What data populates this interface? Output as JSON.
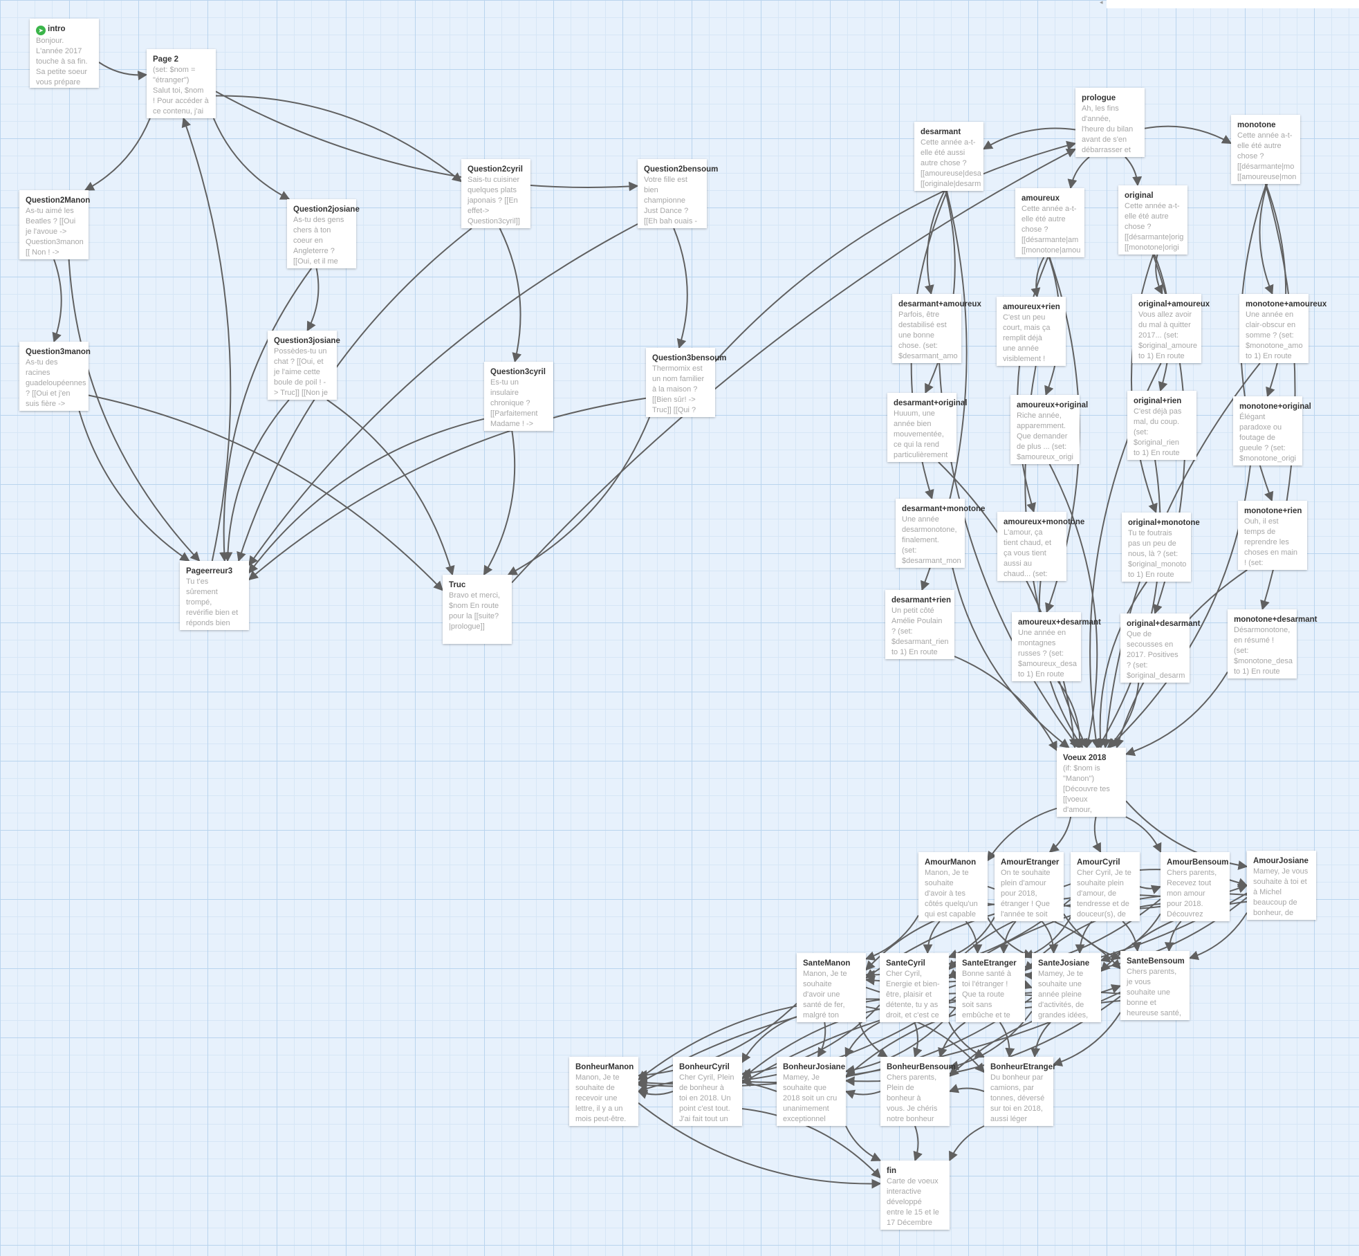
{
  "passages": [
    {
      "id": "intro",
      "title": "intro",
      "start": true,
      "excerpt": "Bonjour.\nL'année 2017\ntouche à sa fin.\nSa petite soeur\nvous prépare"
    },
    {
      "id": "page2",
      "title": "Page 2",
      "excerpt": "(set: $nom =\n\"étranger\")\nSalut toi, $nom\n! Pour accéder à\nce contenu, j'ai"
    },
    {
      "id": "q2manon",
      "title": "Question2Manon",
      "excerpt": "As-tu aimé les\nBeatles ? [[Oui\nje l'avoue ->\nQuestion3manon\n[[ Non ! ->"
    },
    {
      "id": "q2josiane",
      "title": "Question2josiane",
      "excerpt": "As-tu des gens\nchers à ton\ncoeur en\nAngleterre ?\n[[Oui, et il me"
    },
    {
      "id": "q2cyril",
      "title": "Question2cyril",
      "excerpt": "Sais-tu cuisiner\nquelques plats\njaponais ? [[En\neffet->\nQuestion3cyril]]"
    },
    {
      "id": "q2bensoum",
      "title": "Question2bensoum",
      "excerpt": "Votre fille est\nbien\nchampionne\nJust Dance ?\n[[Eh bah ouais -"
    },
    {
      "id": "q3manon",
      "title": "Question3manon",
      "excerpt": "As-tu des\nracines\nguadeloupéennes\n? [[Oui et j'en\nsuis fière ->"
    },
    {
      "id": "q3josiane",
      "title": "Question3josiane",
      "excerpt": "Possèdes-tu un\nchat ? [[Oui, et\nje l'aime cette\nboule de poil ! -\n> Truc]] [[Non je"
    },
    {
      "id": "q3cyril",
      "title": "Question3cyril",
      "excerpt": "Es-tu un\ninsulaire\nchronique ?\n[[Parfaitement\nMadame ! ->"
    },
    {
      "id": "q3bensoum",
      "title": "Question3bensoum",
      "excerpt": "Thermomix est\nun nom familier\nà la maison ?\n[[Bien sûr! ->\nTruc]] [[Qui ?"
    },
    {
      "id": "pageerreur3",
      "title": "Pageerreur3",
      "excerpt": "Tu t'es\nsûrement\ntrompé,\nrevérifie bien et\nréponds bien"
    },
    {
      "id": "truc",
      "title": "Truc",
      "excerpt": "Bravo et merci,\n$nom En route\npour la [[suite?\n|prologue]]"
    },
    {
      "id": "prologue",
      "title": "prologue",
      "excerpt": "Ah, les fins\nd'année,\nl'heure du bilan\navant de s'en\ndébarrasser et"
    },
    {
      "id": "desarmant",
      "title": "desarmant",
      "excerpt": "Cette année a-t-\nelle été aussi\nautre chose ?\n[[amoureuse|desa\n[[originale|desarm"
    },
    {
      "id": "monotone",
      "title": "monotone",
      "excerpt": "Cette année a-t-\nelle été autre\nchose ?\n[[désarmante|mo\n[[amoureuse|mon"
    },
    {
      "id": "amoureux",
      "title": "amoureux",
      "excerpt": "Cette année a-t-\nelle été autre\nchose ?\n[[désarmante|am\n[[monotone|amou"
    },
    {
      "id": "original",
      "title": "original",
      "excerpt": "Cette année a-t-\nelle été autre\nchose ?\n[[désarmante|orig\n[[monotone|origi"
    },
    {
      "id": "des_amo",
      "title": "desarmant+amoureux",
      "excerpt": "Parfois, être\ndestabilisé est\nune bonne\nchose. (set:\n$desarmant_amo"
    },
    {
      "id": "amo_rien",
      "title": "amoureux+rien",
      "excerpt": "C'est un peu\ncourt, mais ça\nremplit déjà\nune année\nvisiblement !"
    },
    {
      "id": "ori_amo",
      "title": "original+amoureux",
      "excerpt": "Vous allez avoir\ndu mal à quitter\n2017... (set:\n$original_amoure\nto 1) En route"
    },
    {
      "id": "mono_amo",
      "title": "monotone+amoureux",
      "excerpt": "Une année en\nclair-obscur en\nsomme ? (set:\n$monotone_amo\nto 1) En route"
    },
    {
      "id": "des_ori",
      "title": "desarmant+original",
      "excerpt": "Huuum, une\nannée bien\nmouvementée,\nce qui la rend\nparticulièrement"
    },
    {
      "id": "amo_ori",
      "title": "amoureux+original",
      "excerpt": "Riche année,\napparemment.\nQue demander\nde plus ... (set:\n$amoureux_origi"
    },
    {
      "id": "ori_rien",
      "title": "original+rien",
      "excerpt": "C'est déjà pas\nmal, du coup.\n(set:\n$original_rien\nto 1) En route"
    },
    {
      "id": "mono_ori",
      "title": "monotone+original",
      "excerpt": "Élégant\nparadoxe ou\nfoutage de\ngueule ? (set:\n$monotone_origi"
    },
    {
      "id": "des_mono",
      "title": "desarmant+monotone",
      "excerpt": "Une année\ndesarmonotone,\nfinalement.\n(set:\n$desarmant_mon"
    },
    {
      "id": "amo_mono",
      "title": "amoureux+monotone",
      "excerpt": "L'amour, ça\ntient chaud, et\nça vous tient\naussi au\nchaud... (set:"
    },
    {
      "id": "ori_mono",
      "title": "original+monotone",
      "excerpt": "Tu te foutrais\npas un peu de\nnous, là ? (set:\n$original_monoto\nto 1) En route"
    },
    {
      "id": "mono_rien",
      "title": "monotone+rien",
      "excerpt": "Ouh, il est\ntemps de\nreprendre les\nchoses en main\n! (set:"
    },
    {
      "id": "des_rien",
      "title": "desarmant+rien",
      "excerpt": "Un petit côté\nAmélie Poulain\n? (set:\n$desarmant_rien\nto 1) En route"
    },
    {
      "id": "amo_des",
      "title": "amoureux+desarmant",
      "excerpt": "Une année en\nmontagnes\nrusses ? (set:\n$amoureux_desa\nto 1) En route"
    },
    {
      "id": "ori_des",
      "title": "original+desarmant",
      "excerpt": "Que de\nsecousses en\n2017. Positives\n? (set:\n$original_desarm"
    },
    {
      "id": "mono_des",
      "title": "monotone+desarmant",
      "excerpt": "Désarmonotone,\nen résumé !\n(set:\n$monotone_desa\nto 1) En route"
    },
    {
      "id": "voeux",
      "title": "Voeux 2018",
      "excerpt": "(if: $nom is\n\"Manon\")\n[Découvre tes\n[[voeux\nd'amour,"
    },
    {
      "id": "amourmanon",
      "title": "AmourManon",
      "excerpt": "Manon, Je te\nsouhaite\nd'avoir à tes\ncôtés quelqu'un\nqui est capable"
    },
    {
      "id": "amouretranger",
      "title": "AmourEtranger",
      "excerpt": "On te souhaite\nplein d'amour\npour 2018,\nétranger ! Que\nl'année te soit"
    },
    {
      "id": "amourcyril",
      "title": "AmourCyril",
      "excerpt": "Cher Cyril, Je te\nsouhaite plein\nd'amour, de\ntendresse et de\ndouceur(s), de"
    },
    {
      "id": "amourbensoum",
      "title": "AmourBensoum",
      "excerpt": "Chers parents,\nRecevez tout\nmon amour\npour 2018.\nDécouvrez"
    },
    {
      "id": "amourjosiane",
      "title": "AmourJosiane",
      "excerpt": "Mamey, Je vous\nsouhaite à toi et\nà Michel\nbeaucoup de\nbonheur, de"
    },
    {
      "id": "santemanon",
      "title": "SanteManon",
      "excerpt": "Manon, Je te\nsouhaite\nd'avoir une\nsanté de fer,\nmalgré ton"
    },
    {
      "id": "santecyril",
      "title": "SanteCyril",
      "excerpt": "Cher Cyril,\nEnergie et bien-\nêtre, plaisir et\ndétente, tu y as\ndroit, et c'est ce"
    },
    {
      "id": "santeetranger",
      "title": "SanteEtranger",
      "excerpt": "Bonne santé à\ntoi l'étranger !\nQue ta route\nsoit sans\nembûche et te"
    },
    {
      "id": "santejosiane",
      "title": "SanteJosiane",
      "excerpt": "Mamey, Je te\nsouhaite une\nannée pleine\nd'activités, de\ngrandes idées,"
    },
    {
      "id": "santebensoum",
      "title": "SanteBensoum",
      "excerpt": "Chers parents,\nje vous\nsouhaite une\nbonne et\nheureuse santé,"
    },
    {
      "id": "bonheurmanon",
      "title": "BonheurManon",
      "excerpt": "Manon, Je te\nsouhaite de\nrecevoir une\nlettre, il y a un\nmois peut-être."
    },
    {
      "id": "bonheurcyril",
      "title": "BonheurCyril",
      "excerpt": "Cher Cyril, Plein\nde bonheur à\ntoi en 2018. Un\npoint c'est tout.\nJ'ai fait tout un"
    },
    {
      "id": "bonheurjosiane",
      "title": "BonheurJosiane",
      "excerpt": "Mamey, Je\nsouhaite que\n2018 soit un cru\nunanimement\nexceptionnel"
    },
    {
      "id": "bonheurbensoum",
      "title": "BonheurBensoum",
      "excerpt": "Chers parents,\nPlein de\nbonheur à\nvous. Je chéris\nnotre bonheur"
    },
    {
      "id": "bonheuretranger",
      "title": "BonheurEtranger",
      "excerpt": "Du bonheur par\ncamions, par\ntonnes, déversé\nsur toi en 2018,\naussi léger"
    },
    {
      "id": "fin",
      "title": "fin",
      "excerpt": "Carte de voeux\ninteractive\ndéveloppé\nentre le 15 et le\n17 Décembre"
    }
  ],
  "links": [
    [
      "intro",
      "page2"
    ],
    [
      "page2",
      "q2manon"
    ],
    [
      "page2",
      "q2josiane"
    ],
    [
      "page2",
      "q2cyril"
    ],
    [
      "page2",
      "q2bensoum"
    ],
    [
      "q2manon",
      "q3manon"
    ],
    [
      "q2manon",
      "pageerreur3"
    ],
    [
      "q2josiane",
      "q3josiane"
    ],
    [
      "q2josiane",
      "pageerreur3"
    ],
    [
      "q2cyril",
      "q3cyril"
    ],
    [
      "q2cyril",
      "pageerreur3"
    ],
    [
      "q2bensoum",
      "q3bensoum"
    ],
    [
      "q2bensoum",
      "pageerreur3"
    ],
    [
      "q3manon",
      "truc"
    ],
    [
      "q3manon",
      "pageerreur3"
    ],
    [
      "q3josiane",
      "truc"
    ],
    [
      "q3josiane",
      "pageerreur3"
    ],
    [
      "q3cyril",
      "truc"
    ],
    [
      "q3cyril",
      "pageerreur3"
    ],
    [
      "q3bensoum",
      "truc"
    ],
    [
      "q3bensoum",
      "pageerreur3"
    ],
    [
      "q3bensoum",
      "prologue"
    ],
    [
      "pageerreur3",
      "page2"
    ],
    [
      "truc",
      "prologue"
    ],
    [
      "prologue",
      "desarmant"
    ],
    [
      "prologue",
      "monotone"
    ],
    [
      "prologue",
      "amoureux"
    ],
    [
      "prologue",
      "original"
    ],
    [
      "desarmant",
      "des_amo"
    ],
    [
      "desarmant",
      "des_ori"
    ],
    [
      "desarmant",
      "des_mono"
    ],
    [
      "desarmant",
      "des_rien"
    ],
    [
      "amoureux",
      "amo_rien"
    ],
    [
      "amoureux",
      "amo_ori"
    ],
    [
      "amoureux",
      "amo_mono"
    ],
    [
      "amoureux",
      "amo_des"
    ],
    [
      "original",
      "ori_amo"
    ],
    [
      "original",
      "ori_rien"
    ],
    [
      "original",
      "ori_mono"
    ],
    [
      "original",
      "ori_des"
    ],
    [
      "monotone",
      "mono_amo"
    ],
    [
      "monotone",
      "mono_ori"
    ],
    [
      "monotone",
      "mono_rien"
    ],
    [
      "monotone",
      "mono_des"
    ],
    [
      "des_amo",
      "voeux"
    ],
    [
      "des_ori",
      "voeux"
    ],
    [
      "des_mono",
      "voeux"
    ],
    [
      "des_rien",
      "voeux"
    ],
    [
      "amo_rien",
      "voeux"
    ],
    [
      "amo_ori",
      "voeux"
    ],
    [
      "amo_mono",
      "voeux"
    ],
    [
      "amo_des",
      "voeux"
    ],
    [
      "ori_amo",
      "voeux"
    ],
    [
      "ori_rien",
      "voeux"
    ],
    [
      "ori_mono",
      "voeux"
    ],
    [
      "ori_des",
      "voeux"
    ],
    [
      "mono_amo",
      "voeux"
    ],
    [
      "mono_ori",
      "voeux"
    ],
    [
      "mono_rien",
      "voeux"
    ],
    [
      "mono_des",
      "voeux"
    ],
    [
      "voeux",
      "amourmanon"
    ],
    [
      "voeux",
      "amouretranger"
    ],
    [
      "voeux",
      "amourcyril"
    ],
    [
      "voeux",
      "amourbensoum"
    ],
    [
      "voeux",
      "amourjosiane"
    ],
    [
      "amourmanon",
      "santemanon"
    ],
    [
      "amourmanon",
      "santecyril"
    ],
    [
      "amourmanon",
      "santeetranger"
    ],
    [
      "amourmanon",
      "santejosiane"
    ],
    [
      "amourmanon",
      "santebensoum"
    ],
    [
      "amouretranger",
      "santemanon"
    ],
    [
      "amouretranger",
      "santecyril"
    ],
    [
      "amouretranger",
      "santeetranger"
    ],
    [
      "amouretranger",
      "santejosiane"
    ],
    [
      "amouretranger",
      "santebensoum"
    ],
    [
      "amourcyril",
      "santemanon"
    ],
    [
      "amourcyril",
      "santecyril"
    ],
    [
      "amourcyril",
      "santeetranger"
    ],
    [
      "amourcyril",
      "santejosiane"
    ],
    [
      "amourcyril",
      "santebensoum"
    ],
    [
      "amourbensoum",
      "santemanon"
    ],
    [
      "amourbensoum",
      "santecyril"
    ],
    [
      "amourbensoum",
      "santeetranger"
    ],
    [
      "amourbensoum",
      "santejosiane"
    ],
    [
      "amourbensoum",
      "santebensoum"
    ],
    [
      "amourjosiane",
      "santemanon"
    ],
    [
      "amourjosiane",
      "santecyril"
    ],
    [
      "amourjosiane",
      "santeetranger"
    ],
    [
      "amourjosiane",
      "santejosiane"
    ],
    [
      "amourjosiane",
      "santebensoum"
    ],
    [
      "amourmanon",
      "amourjosiane"
    ],
    [
      "amouretranger",
      "amourjosiane"
    ],
    [
      "amourcyril",
      "amourbensoum"
    ],
    [
      "santemanon",
      "bonheurmanon"
    ],
    [
      "santemanon",
      "bonheurcyril"
    ],
    [
      "santemanon",
      "bonheurjosiane"
    ],
    [
      "santemanon",
      "bonheurbensoum"
    ],
    [
      "santemanon",
      "bonheuretranger"
    ],
    [
      "santecyril",
      "bonheurmanon"
    ],
    [
      "santecyril",
      "bonheurcyril"
    ],
    [
      "santecyril",
      "bonheurjosiane"
    ],
    [
      "santecyril",
      "bonheurbensoum"
    ],
    [
      "santecyril",
      "bonheuretranger"
    ],
    [
      "santeetranger",
      "bonheurmanon"
    ],
    [
      "santeetranger",
      "bonheurcyril"
    ],
    [
      "santeetranger",
      "bonheurjosiane"
    ],
    [
      "santeetranger",
      "bonheurbensoum"
    ],
    [
      "santeetranger",
      "bonheuretranger"
    ],
    [
      "santejosiane",
      "bonheurmanon"
    ],
    [
      "santejosiane",
      "bonheurcyril"
    ],
    [
      "santejosiane",
      "bonheurjosiane"
    ],
    [
      "santejosiane",
      "bonheurbensoum"
    ],
    [
      "santejosiane",
      "bonheuretranger"
    ],
    [
      "santebensoum",
      "bonheurmanon"
    ],
    [
      "santebensoum",
      "bonheurcyril"
    ],
    [
      "santebensoum",
      "bonheurjosiane"
    ],
    [
      "santebensoum",
      "bonheurbensoum"
    ],
    [
      "santebensoum",
      "bonheuretranger"
    ],
    [
      "santemanon",
      "santebensoum"
    ],
    [
      "santecyril",
      "santejosiane"
    ],
    [
      "bonheurmanon",
      "fin"
    ],
    [
      "bonheurcyril",
      "fin"
    ],
    [
      "bonheurjosiane",
      "fin"
    ],
    [
      "bonheurbensoum",
      "fin"
    ],
    [
      "bonheuretranger",
      "fin"
    ],
    [
      "bonheurcyril",
      "bonheurmanon"
    ],
    [
      "bonheurjosiane",
      "bonheurmanon"
    ],
    [
      "bonheurbensoum",
      "bonheurjosiane"
    ],
    [
      "bonheuretranger",
      "bonheurbensoum"
    ]
  ],
  "colors": {
    "link": "#606060",
    "start_icon": "#3bb54a",
    "grid": "#b9d4ee",
    "background": "#e7f1fc"
  }
}
